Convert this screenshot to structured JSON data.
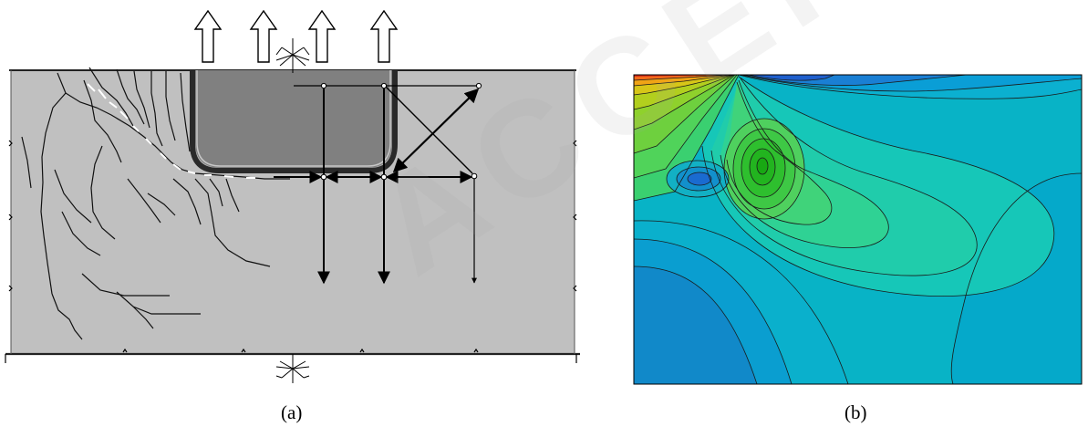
{
  "figure": {
    "panel_a": {
      "caption": "(a)"
    },
    "panel_b": {
      "caption": "(b)"
    },
    "watermark": "ACCEPTED MANUSCRIPT"
  }
}
